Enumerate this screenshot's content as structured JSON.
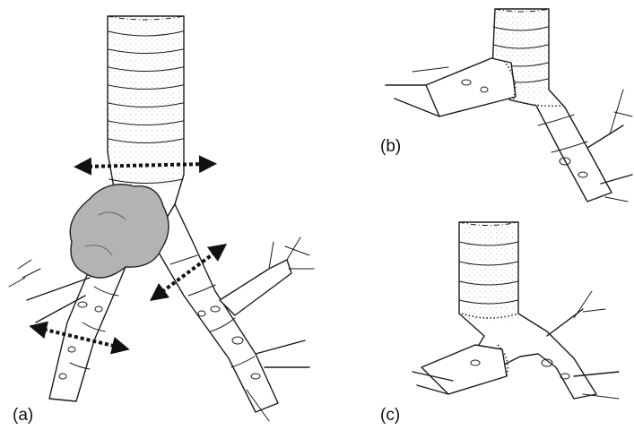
{
  "labels": {
    "a": "(a)",
    "b": "(b)",
    "c": "(c)"
  },
  "colors": {
    "ink": "#1a1a1a",
    "tumor": "#b3b3b3",
    "background": "#ffffff"
  },
  "icons": [
    "double-arrow-icon",
    "tumor-mass",
    "suture-line"
  ]
}
